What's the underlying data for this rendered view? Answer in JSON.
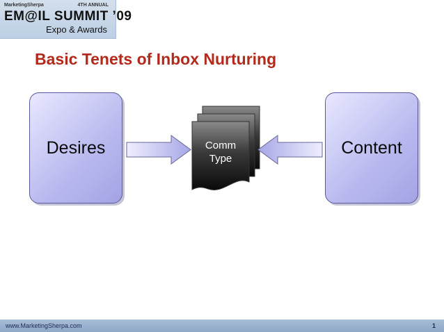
{
  "header": {
    "brand": "MarketingSherpa",
    "annual": "4TH ANNUAL",
    "event": "EM@IL SUMMIT ’09",
    "subtitle": "Expo & Awards"
  },
  "slide": {
    "title": "Basic Tenets of Inbox Nurturing"
  },
  "diagram": {
    "left_box": "Desires",
    "right_box": "Content",
    "center_doc_line1": "Comm",
    "center_doc_line2": "Type"
  },
  "footer": {
    "url": "www.MarketingSherpa.com",
    "page": "1"
  },
  "colors": {
    "title": "#b22a1c",
    "box_fill": "#b9b9ef",
    "doc_fill": "#1a1a1a"
  }
}
